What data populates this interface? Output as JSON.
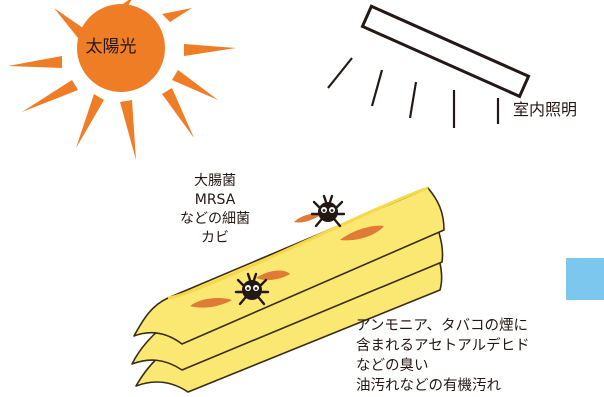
{
  "sun": {
    "label": "太陽光",
    "color": "#ee7d26"
  },
  "indoor_light": {
    "label": "室内照明"
  },
  "bacteria": {
    "lines": [
      "大腸菌",
      "MRSA",
      "などの細菌",
      "カビ"
    ]
  },
  "odor": {
    "lines": [
      "アンモニア、タバコの煙に",
      "含まれるアセトアルデヒド",
      "などの臭い",
      "油汚れなどの有機汚れ"
    ]
  },
  "fabric": {
    "color": "#fbe873",
    "outline": "#3a2c12",
    "stain_color": "#e07b35"
  },
  "accent_box": {
    "color": "#7cc7ee"
  }
}
